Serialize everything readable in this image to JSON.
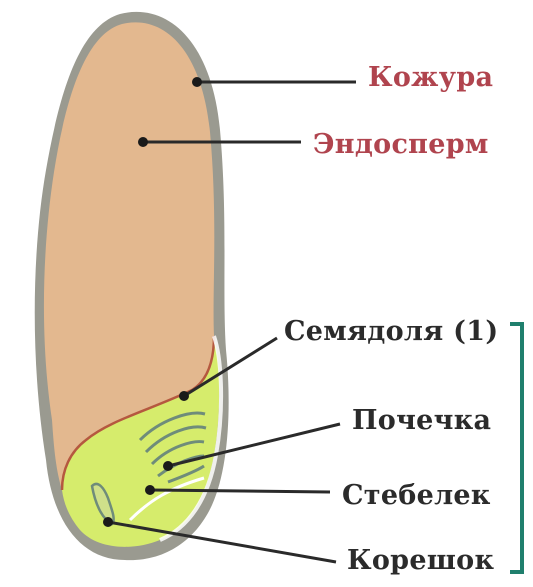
{
  "diagram": {
    "labels": {
      "peel": "Кожура",
      "endosperm": "Эндосперм",
      "cotyledon": "Семядоля (1)",
      "bud": "Почечка",
      "stem": "Стебелек",
      "root": "Корешок"
    },
    "colors": {
      "outer_label": "#b0444e",
      "inner_label": "#2b2b2b",
      "seed_coat": "#9a9a90",
      "endosperm": "#e3b88f",
      "embryo": "#d6ec6c",
      "bracket": "#1f7f6d"
    }
  }
}
